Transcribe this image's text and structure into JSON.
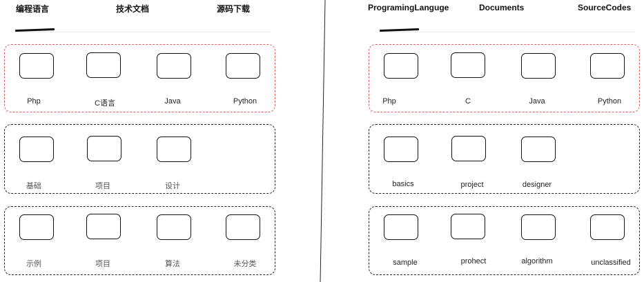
{
  "left": {
    "tabs": [
      {
        "label": "编程语言",
        "active": true
      },
      {
        "label": "技术文档",
        "active": false
      },
      {
        "label": "源码下载",
        "active": false
      }
    ],
    "groups": [
      {
        "style": "red",
        "items": [
          "Php",
          "C语言",
          "Java",
          "Python"
        ]
      },
      {
        "style": "black",
        "items": [
          "基础",
          "项目",
          "设计"
        ]
      },
      {
        "style": "black",
        "items": [
          "示例",
          "项目",
          "算法",
          "未分类"
        ]
      }
    ]
  },
  "right": {
    "tabs": [
      {
        "label": "ProgramingLanguge",
        "active": true
      },
      {
        "label": "Documents",
        "active": false
      },
      {
        "label": "SourceCodes",
        "active": false
      }
    ],
    "groups": [
      {
        "style": "red",
        "items": [
          "Php",
          "C",
          "Java",
          "Python"
        ]
      },
      {
        "style": "black",
        "items": [
          "basics",
          "project",
          "designer"
        ]
      },
      {
        "style": "black",
        "items": [
          "sample",
          "prohect",
          "algorithm",
          "unclassified"
        ]
      }
    ]
  },
  "colors": {
    "red_group_border": "#e35d5d",
    "black_group_border": "#222222"
  }
}
